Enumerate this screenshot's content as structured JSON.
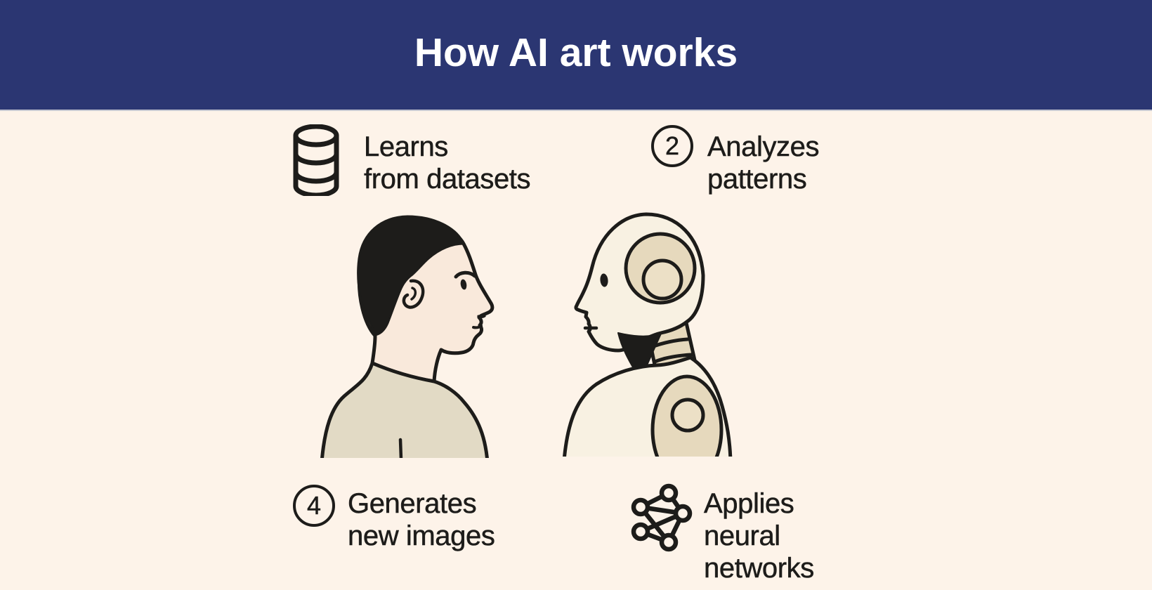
{
  "header": {
    "title": "How AI art works"
  },
  "palette": {
    "header_bg": "#2b3672",
    "header_text": "#ffffff",
    "background": "#fdf3e9",
    "ink": "#1d1c1a",
    "divider": "#c6c8d2",
    "skin": "#f9e9db",
    "shirt": "#e2dac5",
    "robot_shell": "#f8f1e2",
    "robot_accent": "#e6d9bd",
    "robot_accent_light": "#ece0c6"
  },
  "steps": [
    {
      "icon": "database-icon",
      "lines": [
        "Learns",
        "from datasets"
      ]
    },
    {
      "badge": "2",
      "lines": [
        "Analyzes",
        "patterns"
      ]
    },
    {
      "badge": "4",
      "lines": [
        "Generates",
        "new images"
      ]
    },
    {
      "icon": "neural-network-icon",
      "lines": [
        "Applies",
        "neural",
        "networks"
      ]
    }
  ],
  "illustration": {
    "left_figure": "human-profile",
    "right_figure": "robot-profile"
  }
}
